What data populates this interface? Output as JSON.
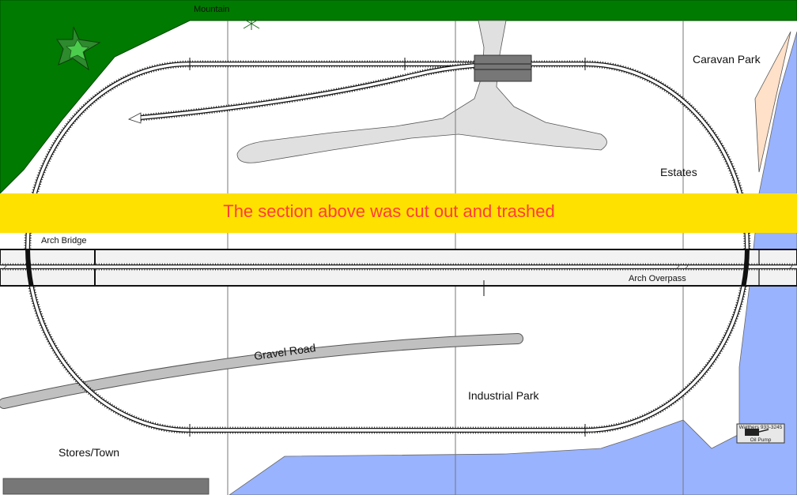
{
  "labels": {
    "mountain": "Mountain",
    "caravan_park": "Caravan Park",
    "estates": "Estates",
    "arch_bridge": "Arch Bridge",
    "arch_overpass": "Arch Overpass",
    "gravel_road": "Gravel Road",
    "industrial_park": "Industrial Park",
    "stores_town": "Stores/Town"
  },
  "banner": {
    "text": "The section above was cut out and trashed"
  },
  "oil_pump": {
    "part": "Walthers 933-3245",
    "name": "Oil Pump"
  },
  "track_marks": {
    "left": "2",
    "right": "2",
    "center_left": "2",
    "center_right": "2"
  },
  "colors": {
    "mountain": "#007a00",
    "water": "#99b3ff",
    "banner": "#ffe100",
    "banner_text": "#ff3b3b",
    "caravan": "#ffe0c8",
    "plaza": "#e0e0e0",
    "road": "#c0c0c0"
  },
  "icons": [
    "tree-icon",
    "oil-pump-icon",
    "turntable-icon"
  ]
}
